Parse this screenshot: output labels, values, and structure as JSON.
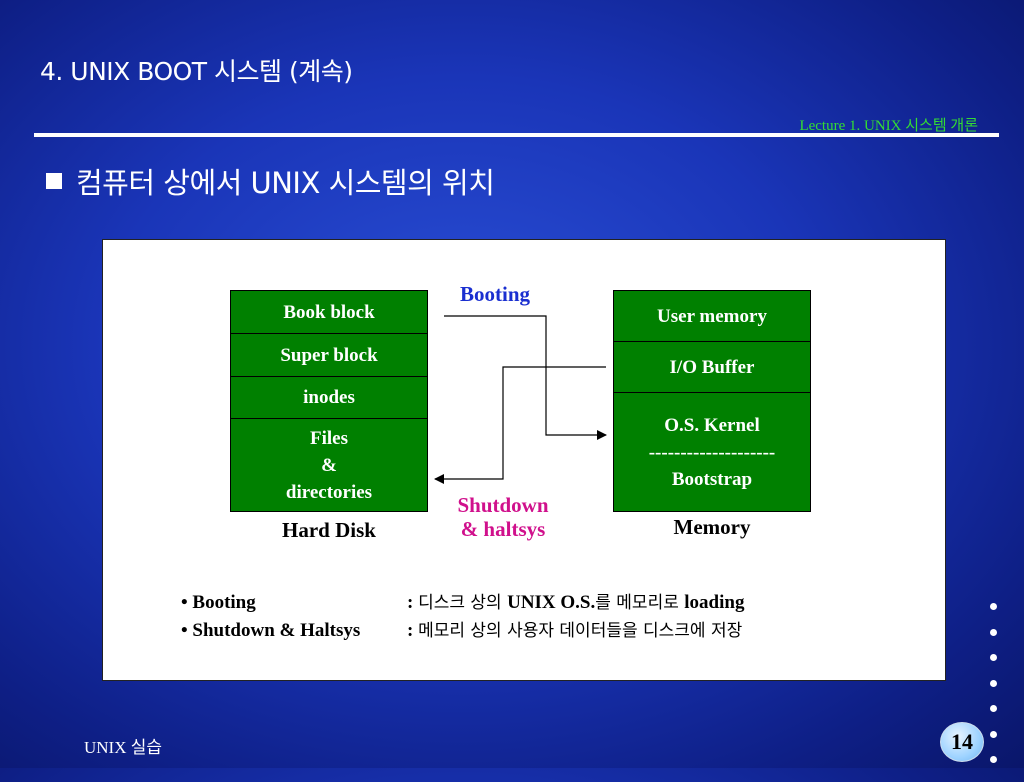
{
  "slide": {
    "title": "4. UNIX BOOT 시스템 (계속)",
    "lecture_label": "Lecture 1. UNIX 시스템 개론",
    "heading": "컴퓨터 상에서 UNIX 시스템의 위치"
  },
  "diagram": {
    "hard_disk": {
      "blocks": [
        "Book block",
        "Super block",
        "inodes"
      ],
      "files_lines": [
        "Files",
        "&",
        "directories"
      ],
      "caption": "Hard Disk"
    },
    "memory": {
      "blocks": [
        "User memory",
        "I/O Buffer"
      ],
      "kernel_lines": [
        "O.S. Kernel",
        "--------------------",
        "Bootstrap"
      ],
      "caption": "Memory"
    },
    "booting_label": "Booting",
    "shutdown_lines": [
      "Shutdown",
      "& haltsys"
    ]
  },
  "notes": [
    {
      "term": "• Booting",
      "colon": ": ",
      "desc_parts": [
        "디스크 상의 ",
        "UNIX O.S.",
        "를 메모리로 ",
        "loading"
      ]
    },
    {
      "term": "• Shutdown & Haltsys",
      "colon": ": ",
      "desc_parts": [
        "메모리 상의 사용자 데이터들을 디스크에 저장"
      ]
    }
  ],
  "footer": {
    "course": "UNIX 실습",
    "page_number": "14"
  },
  "colors": {
    "background": "#1a35b8",
    "block_green": "#008000",
    "lecture_green": "#33dd33",
    "booting_blue": "#1a2fd0",
    "shutdown_magenta": "#d0108c"
  }
}
